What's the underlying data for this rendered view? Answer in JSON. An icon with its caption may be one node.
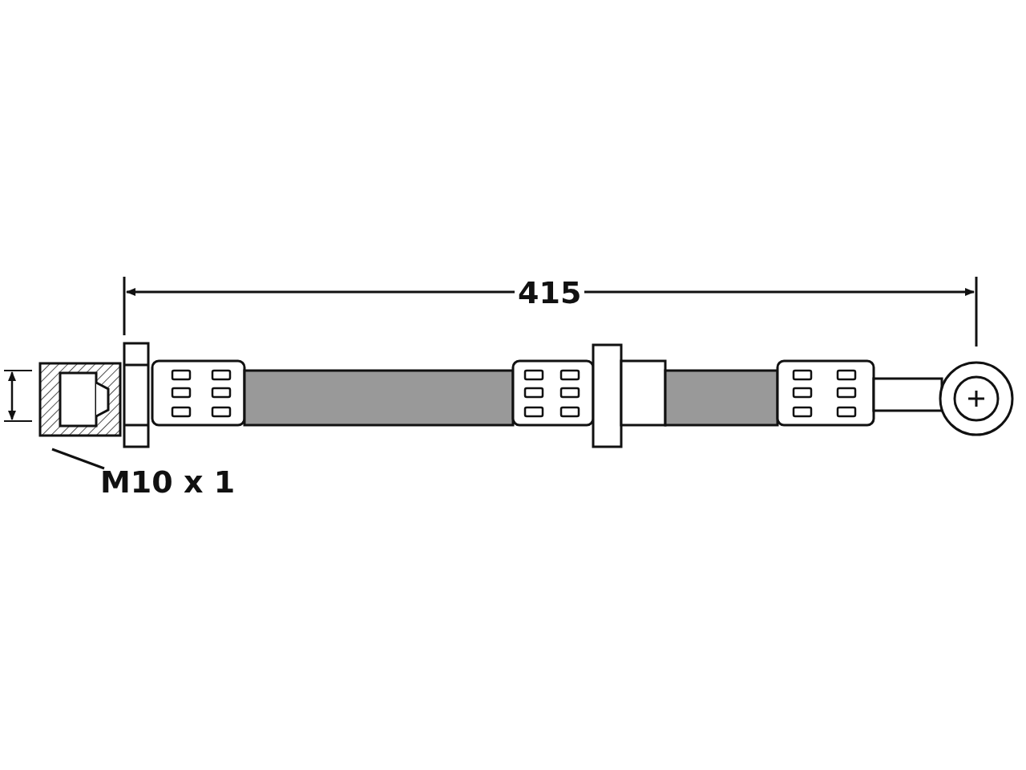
{
  "diagram": {
    "nodes": [
      {
        "text": [
          "M10 x 1"
        ]
      },
      {
        "text": [],
        "shape": "picture"
      }
    ],
    "edges": [
      {
        "from": 0,
        "to": 1,
        "arrow": "none"
      }
    ],
    "labels": [
      "415"
    ]
  }
}
